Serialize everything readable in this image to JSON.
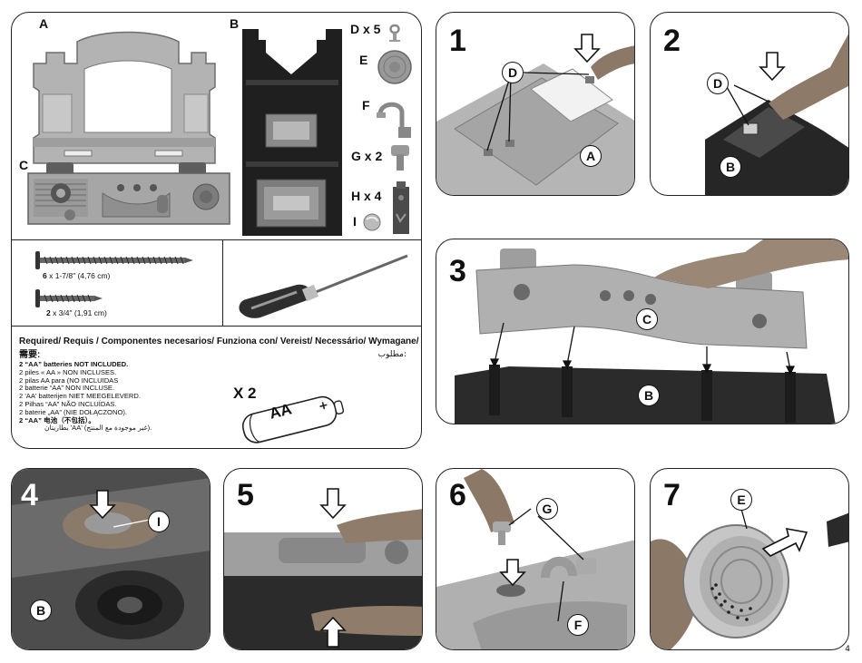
{
  "parts": {
    "a_label": "A",
    "b_label": "B",
    "c_label": "C",
    "d_label": "D x 5",
    "e_label": "E",
    "f_label": "F",
    "g_label": "G x 2",
    "h_label": "H x 4",
    "i_label": "I"
  },
  "screws": {
    "long_qty": "6",
    "long_size": "x 1-7/8\" (4,76 cm)",
    "short_qty": "2",
    "short_size": "x 3/4\" (1,91 cm)"
  },
  "required": {
    "title": "Required/ Requis / Componentes necesarios/ Funziona con/ Vereist/ Necessário/ Wymagane/ 需要:",
    "arabic_title": "مطلوب:",
    "lines": [
      "2 “AA” batteries NOT INCLUDED.",
      "2 piles « AA » NON INCLUSES.",
      "2 pilas AA para (NO INCLUIDAS",
      "2 batterie “AA” NON INCLUSE.",
      "2 'AA' batterijen NIET MEEGELEVERD.",
      "2 Pilhas “AA” NÃO INCLUÍDAS.",
      "2 baterie „AA” (NIE DOŁĄCZONO).",
      "2 “AA” 电池（不包括）。",
      "بطاريتان 'AA' (غير موجودة مع المنتج)."
    ],
    "battery_qty": "X 2",
    "battery_text": "AA"
  },
  "steps": [
    {
      "num": "1",
      "callouts": [
        "D",
        "A"
      ]
    },
    {
      "num": "2",
      "callouts": [
        "D",
        "B"
      ]
    },
    {
      "num": "3",
      "callouts": [
        "C",
        "B"
      ]
    },
    {
      "num": "4",
      "callouts": [
        "I",
        "B"
      ]
    },
    {
      "num": "5",
      "callouts": []
    },
    {
      "num": "6",
      "callouts": [
        "G",
        "F"
      ]
    },
    {
      "num": "7",
      "callouts": [
        "E"
      ]
    }
  ],
  "page_number": "4"
}
